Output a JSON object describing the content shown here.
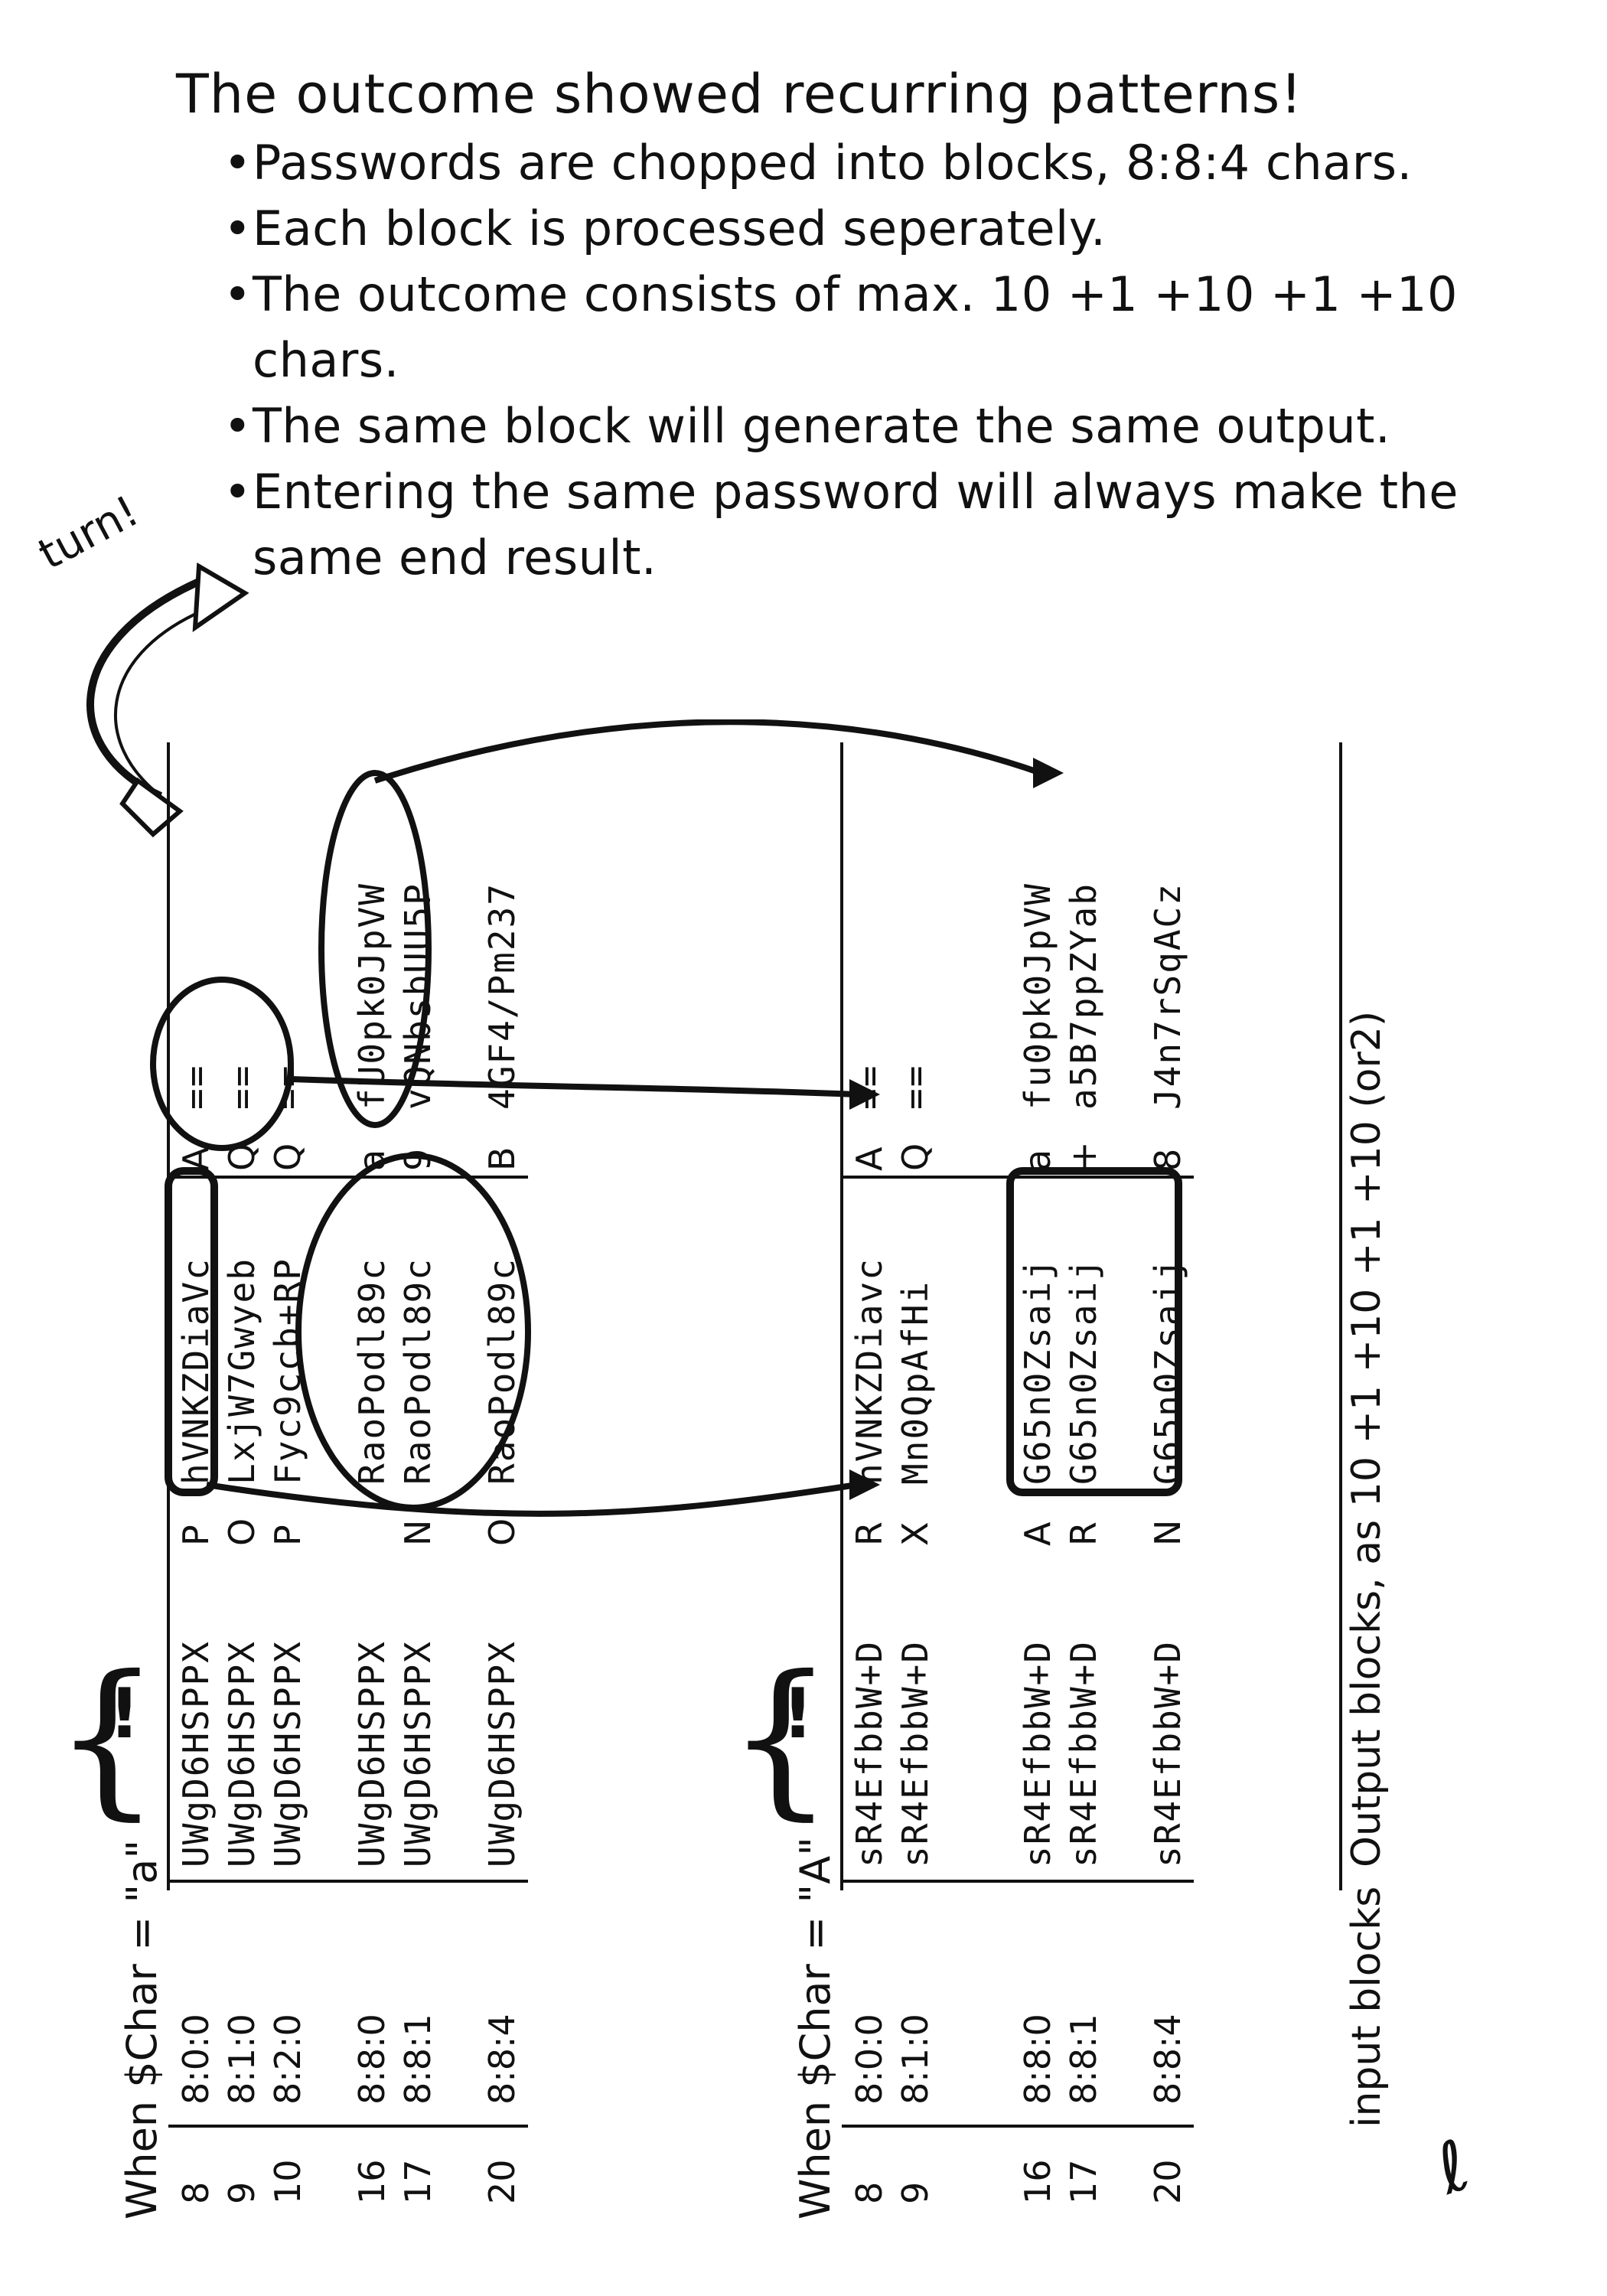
{
  "notes": {
    "title": "The outcome showed recurring patterns!",
    "bullets": [
      "Passwords are chopped into blocks, 8:8:4 chars.",
      "Each block is processed seperately.",
      "The outcome consists of max. 10 +1 +10 +1 +10 chars.",
      "The same block will generate the same output.",
      "Entering the same password will always make the same end result."
    ]
  },
  "turn_label": "turn!",
  "group_a": {
    "heading": "When $Char = \"a\"",
    "rows": [
      {
        "len": "8",
        "blocks": "8:0:0",
        "b1": "UWgD6HSPPX",
        "s1": "P",
        "b2": "hVNKZDiaVc",
        "s2": "A",
        "b3": "=="
      },
      {
        "len": "9",
        "blocks": "8:1:0",
        "b1": "UWgD6HSPPX",
        "s1": "O",
        "b2": "LxjW7Gwyeb",
        "s2": "Q",
        "b3": "=="
      },
      {
        "len": "10",
        "blocks": "8:2:0",
        "b1": "UWgD6HSPPX",
        "s1": "P",
        "b2": "Fyc9ccb+RP",
        "s2": "Q",
        "b3": "=="
      },
      {
        "len": "16",
        "blocks": "8:8:0",
        "b1": "UWgD6HSPPX",
        "s1": "",
        "b2": "RaoPodl89c",
        "s2": "a",
        "b3": "fU0pk0JpVW"
      },
      {
        "len": "17",
        "blocks": "8:8:1",
        "b1": "UWgD6HSPPX",
        "s1": "N",
        "b2": "RaoPodl89c",
        "s2": "9",
        "b3": "vQNbsbUU5P"
      },
      {
        "len": "20",
        "blocks": "8:8:4",
        "b1": "UWgD6HSPPX",
        "s1": "O",
        "b2": "RaoPodl89c",
        "s2": "B",
        "b3": "4GF4/Pm237"
      }
    ]
  },
  "group_A": {
    "heading": "When $Char = \"A\"",
    "rows": [
      {
        "len": "8",
        "blocks": "8:0:0",
        "b1": "sR4EfbbW+D",
        "s1": "R",
        "b2": "hVNKZDiavc",
        "s2": "A",
        "b3": "=="
      },
      {
        "len": "9",
        "blocks": "8:1:0",
        "b1": "sR4EfbbW+D",
        "s1": "X",
        "b2": "Mn0QpAfHi",
        "s2": "Q",
        "b3": "=="
      },
      {
        "len": "16",
        "blocks": "8:8:0",
        "b1": "sR4EfbbW+D",
        "s1": "A",
        "b2": "G65n0Zsaij",
        "s2": "a",
        "b3": "fu0pk0JpVW"
      },
      {
        "len": "17",
        "blocks": "8:8:1",
        "b1": "sR4EfbbW+D",
        "s1": "R",
        "b2": "G65n0Zsaij",
        "s2": "+",
        "b3": "a5B7ppZYab"
      },
      {
        "len": "20",
        "blocks": "8:8:4",
        "b1": "sR4EfbbW+D",
        "s1": "N",
        "b2": "G65n0Zsaij",
        "s2": "8",
        "b3": "J4n7rSqACz"
      }
    ]
  },
  "legend": {
    "input_label": "input blocks",
    "output_label": "Output blocks, as 10 +1 +10 +1 +10 (or2)"
  }
}
